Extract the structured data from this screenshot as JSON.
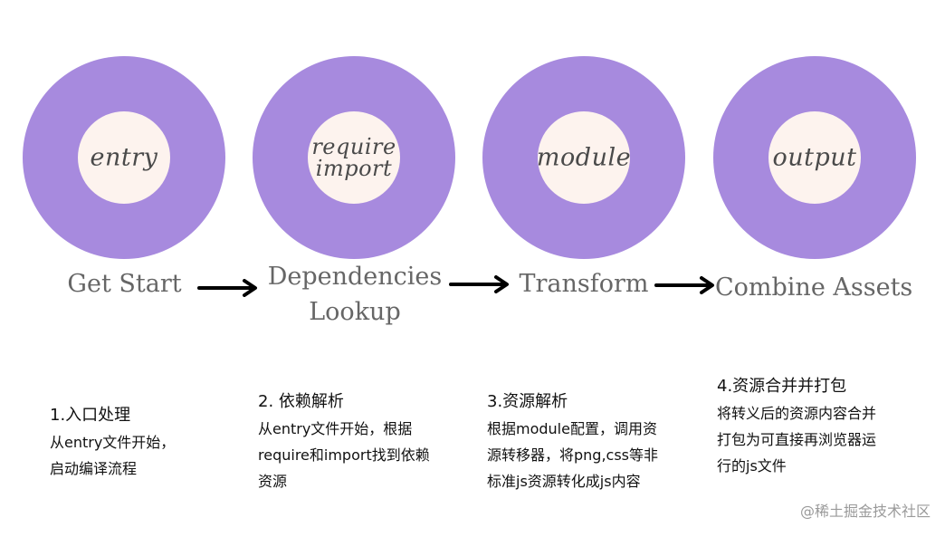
{
  "stages": [
    {
      "core_lines": [
        "entry"
      ],
      "title_lines": [
        "Get Start"
      ],
      "note_heading": "1.入口处理",
      "note_lines": [
        "从entry文件开始，",
        "启动编译流程"
      ]
    },
    {
      "core_lines": [
        "require",
        "import"
      ],
      "title_lines": [
        "Dependencies",
        "Lookup"
      ],
      "note_heading": "2. 依赖解析",
      "note_lines": [
        "从entry文件开始，根据",
        "require和import找到依赖",
        "资源"
      ]
    },
    {
      "core_lines": [
        "module"
      ],
      "title_lines": [
        "Transform"
      ],
      "note_heading": "3.资源解析",
      "note_lines": [
        "根据module配置，调用资",
        "源转移器，将png,css等非",
        "标准js资源转化成js内容"
      ]
    },
    {
      "core_lines": [
        "output"
      ],
      "title_lines": [
        "Combine Assets"
      ],
      "note_heading": "4.资源合并并打包",
      "note_lines": [
        "将转义后的资源内容合并",
        "打包为可直接再浏览器运",
        "行的js文件"
      ]
    }
  ],
  "watermark": "@稀土掘金技术社区",
  "colors": {
    "ring": "#a78ade",
    "core": "#fdf3ee",
    "arrow": "#000000"
  },
  "icons": {
    "arrow": "right-arrow-icon"
  }
}
